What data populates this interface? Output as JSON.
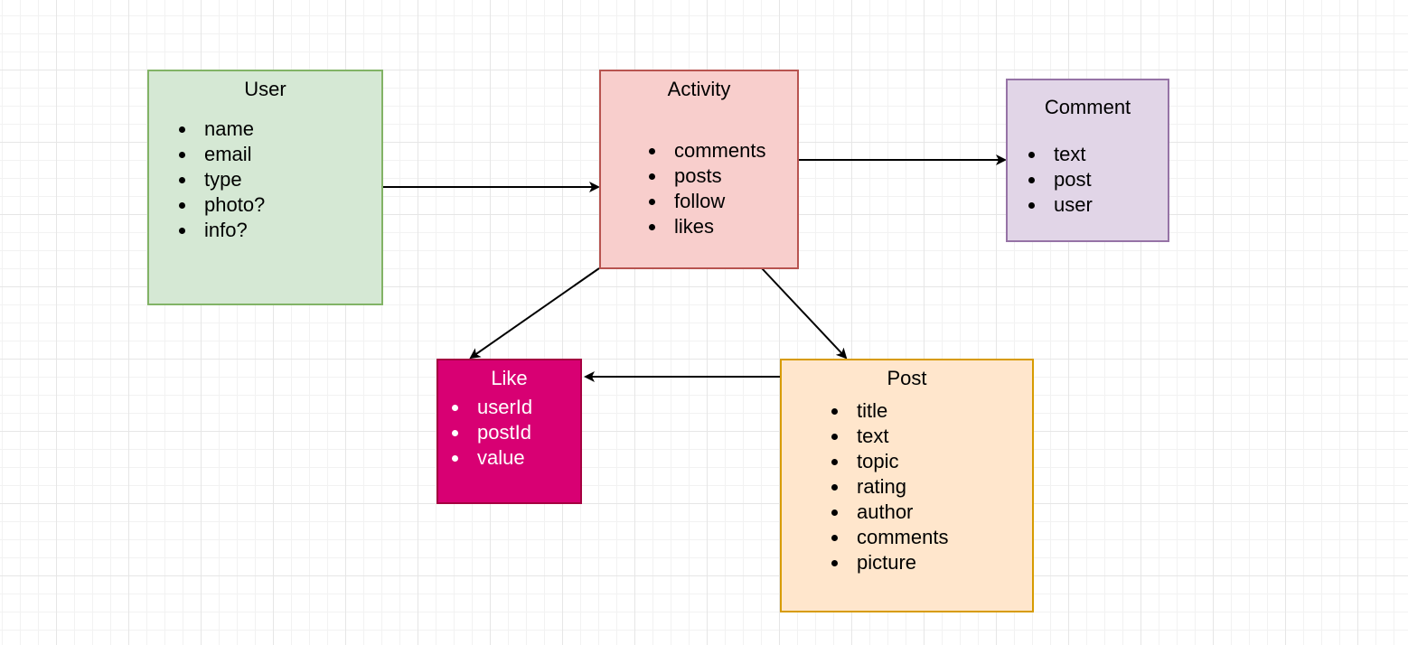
{
  "diagram": {
    "nodes": {
      "user": {
        "title": "User",
        "fill": "#d5e8d4",
        "stroke": "#82b366",
        "text_color": "#000000",
        "items": [
          "name",
          "email",
          "type",
          "photo?",
          "info?"
        ]
      },
      "activity": {
        "title": "Activity",
        "fill": "#f8cecc",
        "stroke": "#b85450",
        "text_color": "#000000",
        "items": [
          "comments",
          "posts",
          "follow",
          "likes"
        ]
      },
      "comment": {
        "title": "Comment",
        "fill": "#e1d5e7",
        "stroke": "#9673a6",
        "text_color": "#000000",
        "items": [
          "text",
          "post",
          "user"
        ]
      },
      "like": {
        "title": "Like",
        "fill": "#d80073",
        "stroke": "#a50040",
        "text_color": "#ffffff",
        "items": [
          "userId",
          "postId",
          "value"
        ]
      },
      "post": {
        "title": "Post",
        "fill": "#ffe6cc",
        "stroke": "#d79b00",
        "text_color": "#000000",
        "items": [
          "title",
          "text",
          "topic",
          "rating",
          "author",
          "comments",
          "picture"
        ]
      }
    },
    "edges": [
      {
        "from": "user",
        "to": "activity"
      },
      {
        "from": "activity",
        "to": "comment"
      },
      {
        "from": "activity",
        "to": "like"
      },
      {
        "from": "activity",
        "to": "post"
      },
      {
        "from": "post",
        "to": "like"
      }
    ],
    "edge_color": "#000000"
  }
}
